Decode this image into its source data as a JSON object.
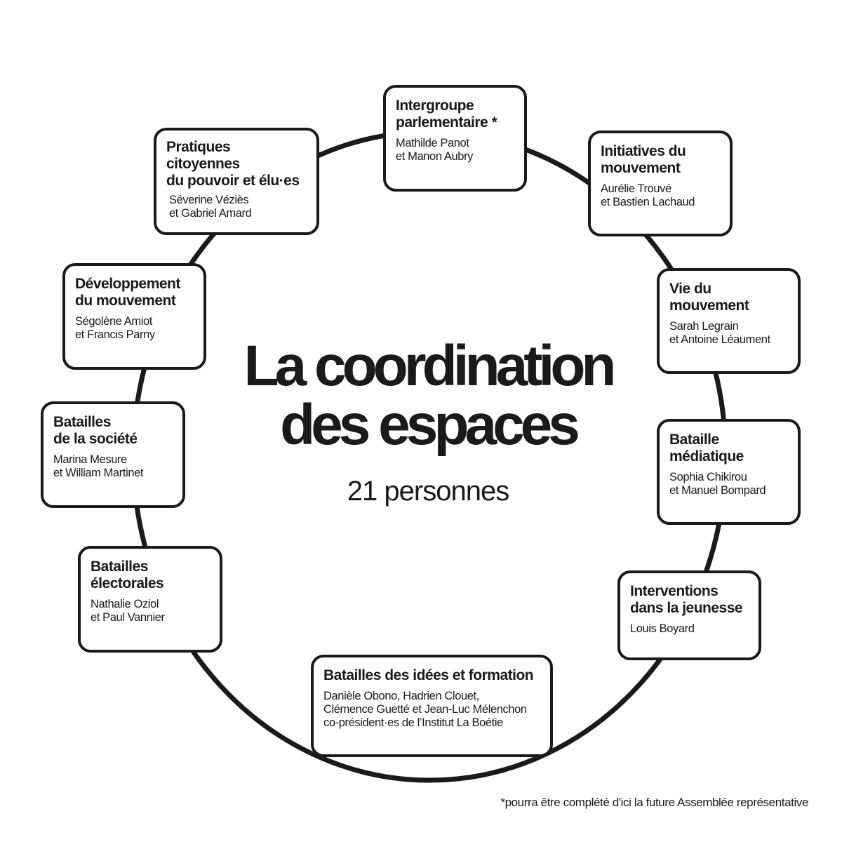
{
  "center": {
    "title": "La coordination\ndes espaces",
    "subtitle": "21 personnes"
  },
  "spaces": [
    {
      "title": "Intergroupe\nparlementaire *",
      "people": "Mathilde Panot\net Manon Aubry"
    },
    {
      "title": "Initiatives du\nmouvement",
      "people": "Aurélie Trouvé\net Bastien Lachaud"
    },
    {
      "title": "Vie du\nmouvement",
      "people": "Sarah Legrain\net Antoine Léaument"
    },
    {
      "title": "Bataille\nmédiatique",
      "people": "Sophia Chikirou\net Manuel Bompard"
    },
    {
      "title": "Interventions\ndans la jeunesse",
      "people": "Louis Boyard"
    },
    {
      "title": "Batailles des idées et formation",
      "people": "Danièle Obono, Hadrien Clouet,\nClémence Guetté et Jean-Luc Mélenchon\nco-président·es de l’Institut La Boétie"
    },
    {
      "title": "Batailles\nélectorales",
      "people": "Nathalie Oziol\net Paul Vannier"
    },
    {
      "title": "Batailles\nde la société",
      "people": "Marina Mesure\net William Martinet"
    },
    {
      "title": "Développement\ndu mouvement",
      "people": "Ségolène Amiot\net Francis Parny"
    },
    {
      "title": "Pratiques\ncitoyennes\ndu pouvoir et élu·es",
      "people": "Séverine Véziès\net Gabriel Amard"
    }
  ],
  "footnote": "*pourra être complété d'ici la future Assemblée représentative",
  "colors": {
    "ink": "#1a1a1a",
    "background": "#ffffff"
  }
}
